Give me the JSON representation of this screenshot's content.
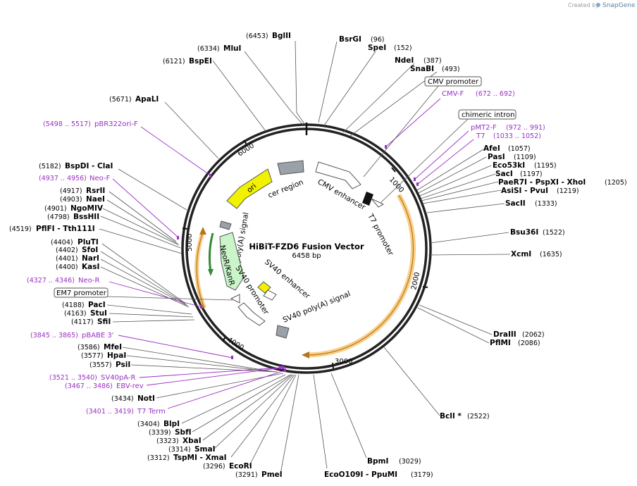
{
  "credit": {
    "created_by": "Created by",
    "brand": "SnapGene"
  },
  "title": "HiBiT-FZD6 Fusion Vector",
  "length_label": "6458 bp",
  "ticks": [
    "1000",
    "2000",
    "3000",
    "4000",
    "5000",
    "6000"
  ],
  "enzymes": [
    {
      "name": "BglII",
      "pos": "(6453)"
    },
    {
      "name": "BsrGI",
      "pos": "(96)"
    },
    {
      "name": "MluI",
      "pos": "(6334)"
    },
    {
      "name": "SpeI",
      "pos": "(152)"
    },
    {
      "name": "BspEI",
      "pos": "(6121)"
    },
    {
      "name": "NdeI",
      "pos": "(387)"
    },
    {
      "name": "SnaBI",
      "pos": "(493)"
    },
    {
      "name": "ApaLI",
      "pos": "(5671)"
    },
    {
      "name": "AfeI",
      "pos": "(1057)"
    },
    {
      "name": "PasI",
      "pos": "(1109)"
    },
    {
      "name": "Eco53kI",
      "pos": "(1195)"
    },
    {
      "name": "SacI",
      "pos": "(1197)"
    },
    {
      "name": "PaeR7I - PspXI - XhoI",
      "pos": "(1205)"
    },
    {
      "name": "AsiSI - PvuI",
      "pos": "(1219)"
    },
    {
      "name": "SacII",
      "pos": "(1333)"
    },
    {
      "name": "BspDI - ClaI",
      "pos": "(5182)"
    },
    {
      "name": "RsrII",
      "pos": "(4917)"
    },
    {
      "name": "NaeI",
      "pos": "(4903)"
    },
    {
      "name": "NgoMIV",
      "pos": "(4901)"
    },
    {
      "name": "BssHII",
      "pos": "(4798)"
    },
    {
      "name": "PflFI - Tth111I",
      "pos": "(4519)"
    },
    {
      "name": "Bsu36I",
      "pos": "(1522)"
    },
    {
      "name": "XcmI",
      "pos": "(1635)"
    },
    {
      "name": "PluTI",
      "pos": "(4404)"
    },
    {
      "name": "SfoI",
      "pos": "(4402)"
    },
    {
      "name": "NarI",
      "pos": "(4401)"
    },
    {
      "name": "KasI",
      "pos": "(4400)"
    },
    {
      "name": "PacI",
      "pos": "(4188)"
    },
    {
      "name": "StuI",
      "pos": "(4163)"
    },
    {
      "name": "SfiI",
      "pos": "(4117)"
    },
    {
      "name": "DraIII",
      "pos": "(2062)"
    },
    {
      "name": "PflMI",
      "pos": "(2086)"
    },
    {
      "name": "MfeI",
      "pos": "(3586)"
    },
    {
      "name": "HpaI",
      "pos": "(3577)"
    },
    {
      "name": "PsiI",
      "pos": "(3557)"
    },
    {
      "name": "NotI",
      "pos": "(3434)"
    },
    {
      "name": "BclI *",
      "pos": "(2522)"
    },
    {
      "name": "BlpI",
      "pos": "(3404)"
    },
    {
      "name": "SbfI",
      "pos": "(3339)"
    },
    {
      "name": "XbaI",
      "pos": "(3323)"
    },
    {
      "name": "SmaI",
      "pos": "(3314)"
    },
    {
      "name": "TspMI - XmaI",
      "pos": "(3312)"
    },
    {
      "name": "EcoRI",
      "pos": "(3296)"
    },
    {
      "name": "BpmI",
      "pos": "(3029)"
    },
    {
      "name": "PmeI",
      "pos": "(3291)"
    },
    {
      "name": "EcoO109I - PpuMI",
      "pos": "(3179)"
    }
  ],
  "primers": [
    {
      "name": "CMV-F",
      "range": "(672 .. 692)"
    },
    {
      "name": "pMT2-F",
      "range": "(972 .. 991)"
    },
    {
      "name": "T7",
      "range": "(1033 .. 1052)"
    },
    {
      "name": "pBR322ori-F",
      "range": "(5498 .. 5517)"
    },
    {
      "name": "Neo-F",
      "range": "(4937 .. 4956)"
    },
    {
      "name": "Neo-R",
      "range": "(4327 .. 4346)"
    },
    {
      "name": "pBABE 3'",
      "range": "(3845 .. 3865)"
    },
    {
      "name": "SV40pA-R",
      "range": "(3521 .. 3540)"
    },
    {
      "name": "EBV-rev",
      "range": "(3467 .. 3486)"
    },
    {
      "name": "T7 Term",
      "range": "(3401 .. 3419)"
    }
  ],
  "boxed_features": [
    "CMV promoter",
    "chimeric intron",
    "EM7 promoter"
  ],
  "features": [
    "ori",
    "cer region",
    "CMV enhancer",
    "T7 promoter",
    "poly(A) signal",
    "NeoR/KanR",
    "SV40 promoter",
    "SV40 enhancer",
    "SV40 poly(A) signal"
  ],
  "colors": {
    "ori": "#f2f200",
    "gray": "#9aa1a8",
    "neo": "#c9f5c9",
    "orange": "#f5a623",
    "primer": "#9a2fc4"
  }
}
